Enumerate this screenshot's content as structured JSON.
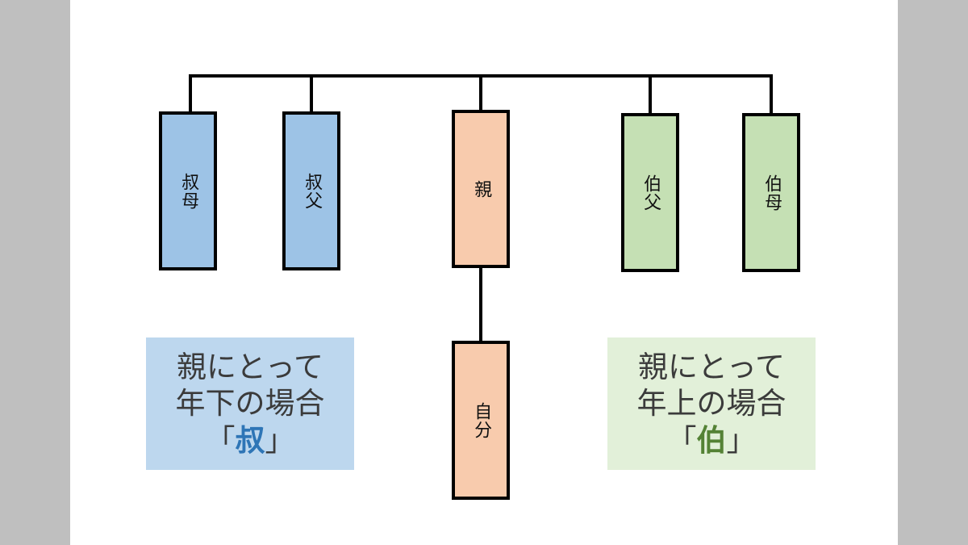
{
  "colors": {
    "younger_fill": "#9dc3e6",
    "parent_fill": "#f8cbad",
    "older_fill": "#c5e0b4",
    "younger_note_bg": "#bdd7ee",
    "older_note_bg": "#e2f0d9",
    "younger_kanji": "#2e75b6",
    "older_kanji": "#548235"
  },
  "boxes": {
    "younger_aunt": "叔母",
    "younger_uncle": "叔父",
    "parent": "親",
    "self": "自分",
    "older_uncle": "伯父",
    "older_aunt": "伯母"
  },
  "notes": {
    "younger": {
      "line1": "親にとって",
      "line2": "年下の場合",
      "bracket_open": "「",
      "kanji": "叔",
      "bracket_close": "」"
    },
    "older": {
      "line1": "親にとって",
      "line2": "年上の場合",
      "bracket_open": "「",
      "kanji": "伯",
      "bracket_close": "」"
    }
  }
}
